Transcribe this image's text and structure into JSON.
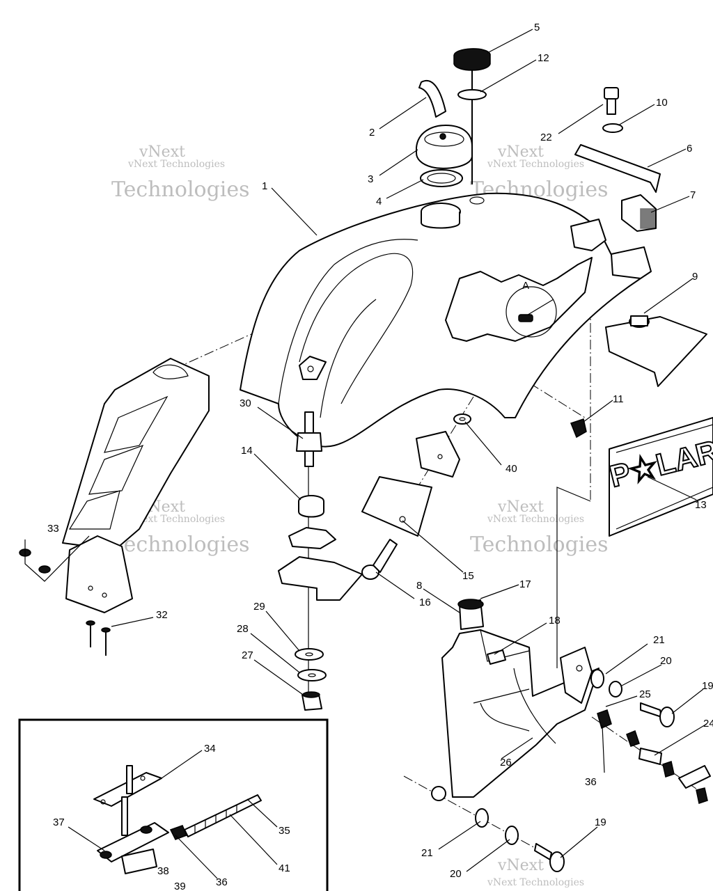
{
  "watermark": {
    "line1": "vNext",
    "line2": "vNext Technologies",
    "line3": "Technologies"
  },
  "brand_plate": "P★LARI",
  "detail_label": "A",
  "callouts": {
    "c1": "1",
    "c2": "2",
    "c3": "3",
    "c4": "4",
    "c5": "5",
    "c6": "6",
    "c7": "7",
    "c8": "8",
    "c9": "9",
    "c10": "10",
    "c11": "11",
    "c12": "12",
    "c13": "13",
    "c14": "14",
    "c15": "15",
    "c16": "16",
    "c17": "17",
    "c18": "18",
    "c19a": "19",
    "c19b": "19",
    "c20a": "20",
    "c20b": "20",
    "c21a": "21",
    "c21b": "21",
    "c22": "22",
    "c24": "24",
    "c25": "25",
    "c26": "26",
    "c27": "27",
    "c28": "28",
    "c29": "29",
    "c30": "30",
    "c32": "32",
    "c33": "33",
    "c34": "34",
    "c35": "35",
    "c36a": "36",
    "c36b": "36",
    "c37": "37",
    "c38": "38",
    "c39": "39",
    "c40": "40",
    "c41": "41"
  }
}
